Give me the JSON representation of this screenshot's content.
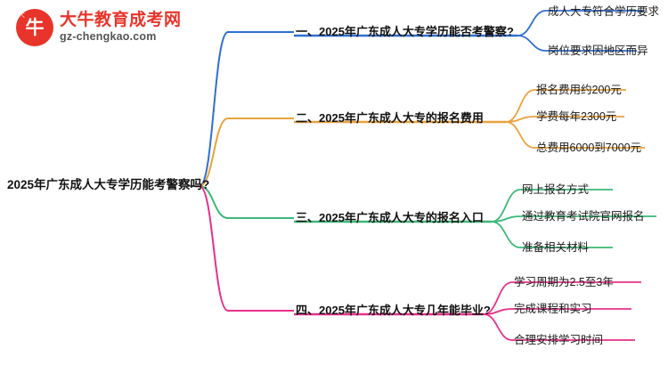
{
  "logo": {
    "badge_glyph": "牛",
    "badge_corner": "大",
    "name_cn": "大牛教育成考网",
    "name_en": "gz-chengkao.com"
  },
  "mindmap": {
    "root": {
      "label": "2025年广东成人大专学历能考警察吗?"
    },
    "branches": [
      {
        "label": "一、2025年广东成人大专学历能否考警察?",
        "color": "#2f6fd0",
        "children": [
          {
            "label": "成人大专符合学历要求"
          },
          {
            "label": "岗位要求因地区而异"
          }
        ]
      },
      {
        "label": "二、2025年广东成人大专的报名费用",
        "color": "#e8a33d",
        "children": [
          {
            "label": "报名费用约200元"
          },
          {
            "label": "学费每年2300元"
          },
          {
            "label": "总费用6000到7000元"
          }
        ]
      },
      {
        "label": "三、2025年广东成人大专的报名入口",
        "color": "#3bb878",
        "children": [
          {
            "label": "网上报名方式"
          },
          {
            "label": "通过教育考试院官网报名"
          },
          {
            "label": "准备相关材料"
          }
        ]
      },
      {
        "label": "四、2025年广东成人大专几年能毕业?",
        "color": "#e8308a",
        "children": [
          {
            "label": "学习周期为2.5至3年"
          },
          {
            "label": "完成课程和实习"
          },
          {
            "label": "合理安排学习时间"
          }
        ]
      }
    ]
  }
}
